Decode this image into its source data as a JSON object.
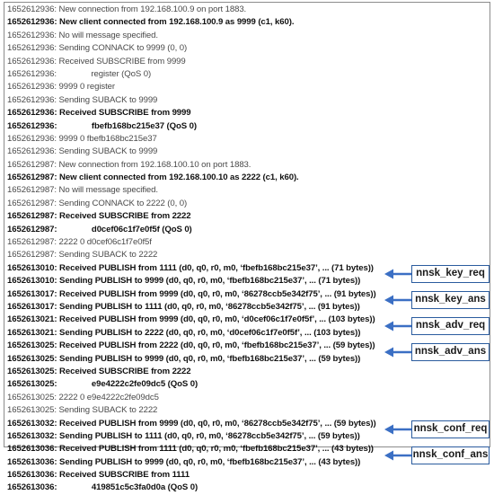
{
  "log": [
    {
      "ts": "1652612936:",
      "text": " New connection from 192.168.100.9 on port 1883.",
      "bold": false
    },
    {
      "ts": "1652612936:",
      "text": " New client connected from 192.168.100.9 as 9999 (c1, k60).",
      "bold": true
    },
    {
      "ts": "1652612936:",
      "text": " No will message specified.",
      "bold": false
    },
    {
      "ts": "1652612936:",
      "text": " Sending CONNACK to 9999 (0, 0)",
      "bold": false
    },
    {
      "ts": "1652612936:",
      "text": " Received SUBSCRIBE from 9999",
      "bold": false
    },
    {
      "ts": "1652612936:",
      "text": "               register (QoS 0)",
      "bold": false
    },
    {
      "ts": "1652612936:",
      "text": " 9999 0 register",
      "bold": false
    },
    {
      "ts": "1652612936:",
      "text": " Sending SUBACK to 9999",
      "bold": false
    },
    {
      "ts": "1652612936:",
      "text": " Received SUBSCRIBE from 9999",
      "bold": true
    },
    {
      "ts": "1652612936:",
      "text": "               fbefb168bc215e37 (QoS 0)",
      "bold": true
    },
    {
      "ts": "1652612936:",
      "text": " 9999 0 fbefb168bc215e37",
      "bold": false
    },
    {
      "ts": "1652612936:",
      "text": " Sending SUBACK to 9999",
      "bold": false
    },
    {
      "ts": "1652612987:",
      "text": " New connection from 192.168.100.10 on port 1883.",
      "bold": false
    },
    {
      "ts": "1652612987:",
      "text": " New client connected from 192.168.100.10 as 2222 (c1, k60).",
      "bold": true
    },
    {
      "ts": "1652612987:",
      "text": " No will message specified.",
      "bold": false
    },
    {
      "ts": "1652612987:",
      "text": " Sending CONNACK to 2222 (0, 0)",
      "bold": false
    },
    {
      "ts": "1652612987:",
      "text": " Received SUBSCRIBE from 2222",
      "bold": true
    },
    {
      "ts": "1652612987:",
      "text": "               d0cef06c1f7e0f5f (QoS 0)",
      "bold": true
    },
    {
      "ts": "1652612987:",
      "text": " 2222 0 d0cef06c1f7e0f5f",
      "bold": false
    },
    {
      "ts": "1652612987:",
      "text": " Sending SUBACK to 2222",
      "bold": false
    },
    {
      "ts": "1652613010:",
      "text": " Received PUBLISH from 1111 (d0, q0, r0, m0, ‘fbefb168bc215e37’, ... (71 bytes))",
      "bold": true
    },
    {
      "ts": "1652613010:",
      "text": " Sending PUBLISH to 9999 (d0, q0, r0, m0, ‘fbefb168bc215e37’, ... (71 bytes))",
      "bold": true
    },
    {
      "ts": "1652613017:",
      "text": " Received PUBLISH from 9999 (d0, q0, r0, m0, ‘86278ccb5e342f75’, ... (91 bytes))",
      "bold": true
    },
    {
      "ts": "1652613017:",
      "text": " Sending PUBLISH to 1111 (d0, q0, r0, m0, ‘86278ccb5e342f75’, ... (91 bytes))",
      "bold": true
    },
    {
      "ts": "1652613021:",
      "text": " Received PUBLISH from 9999 (d0, q0, r0, m0, ‘d0cef06c1f7e0f5f’, ... (103 bytes))",
      "bold": true
    },
    {
      "ts": "1652613021:",
      "text": " Sending PUBLISH to 2222 (d0, q0, r0, m0, ‘d0cef06c1f7e0f5f’, ... (103 bytes))",
      "bold": true
    },
    {
      "ts": "1652613025:",
      "text": " Received PUBLISH from 2222 (d0, q0, r0, m0, ‘fbefb168bc215e37’, ... (59 bytes))",
      "bold": true
    },
    {
      "ts": "1652613025:",
      "text": " Sending PUBLISH to 9999 (d0, q0, r0, m0, ‘fbefb168bc215e37’, ... (59 bytes))",
      "bold": true
    },
    {
      "ts": "1652613025:",
      "text": " Received SUBSCRIBE from 2222",
      "bold": true
    },
    {
      "ts": "1652613025:",
      "text": "               e9e4222c2fe09dc5 (QoS 0)",
      "bold": true
    },
    {
      "ts": "1652613025:",
      "text": " 2222 0 e9e4222c2fe09dc5",
      "bold": false
    },
    {
      "ts": "1652613025:",
      "text": " Sending SUBACK to 2222",
      "bold": false
    },
    {
      "ts": "1652613032:",
      "text": " Received PUBLISH from 9999 (d0, q0, r0, m0, ‘86278ccb5e342f75’, ... (59 bytes))",
      "bold": true
    },
    {
      "ts": "1652613032:",
      "text": " Sending PUBLISH to 1111 (d0, q0, r0, m0, ‘86278ccb5e342f75’, ... (59 bytes))",
      "bold": true
    },
    {
      "ts": "1652613036:",
      "text": " Received PUBLISH from 1111 (d0, q0, r0, m0, ‘fbefb168bc215e37’, ... (43 bytes))",
      "bold": true
    },
    {
      "ts": "1652613036:",
      "text": " Sending PUBLISH to 9999 (d0, q0, r0, m0, ‘fbefb168bc215e37’, ... (43 bytes))",
      "bold": true
    },
    {
      "ts": "1652613036:",
      "text": " Received SUBSCRIBE from 1111",
      "bold": true
    },
    {
      "ts": "1652613036:",
      "text": "               419851c5c3fa0d0a (QoS 0)",
      "bold": true
    }
  ],
  "annotations": [
    {
      "label": "nnsk_key_req",
      "line": 20
    },
    {
      "label": "nnsk_key_ans",
      "line": 22
    },
    {
      "label": "nnsk_adv_req",
      "line": 24
    },
    {
      "label": "nnsk_adv_ans",
      "line": 26
    },
    {
      "label": "nnsk_conf_req",
      "line": 32
    },
    {
      "label": "nnsk_conf_ans",
      "line": 34
    }
  ],
  "colors": {
    "arrow": "#3b6fc4",
    "box_border": "#2b5c9e"
  }
}
